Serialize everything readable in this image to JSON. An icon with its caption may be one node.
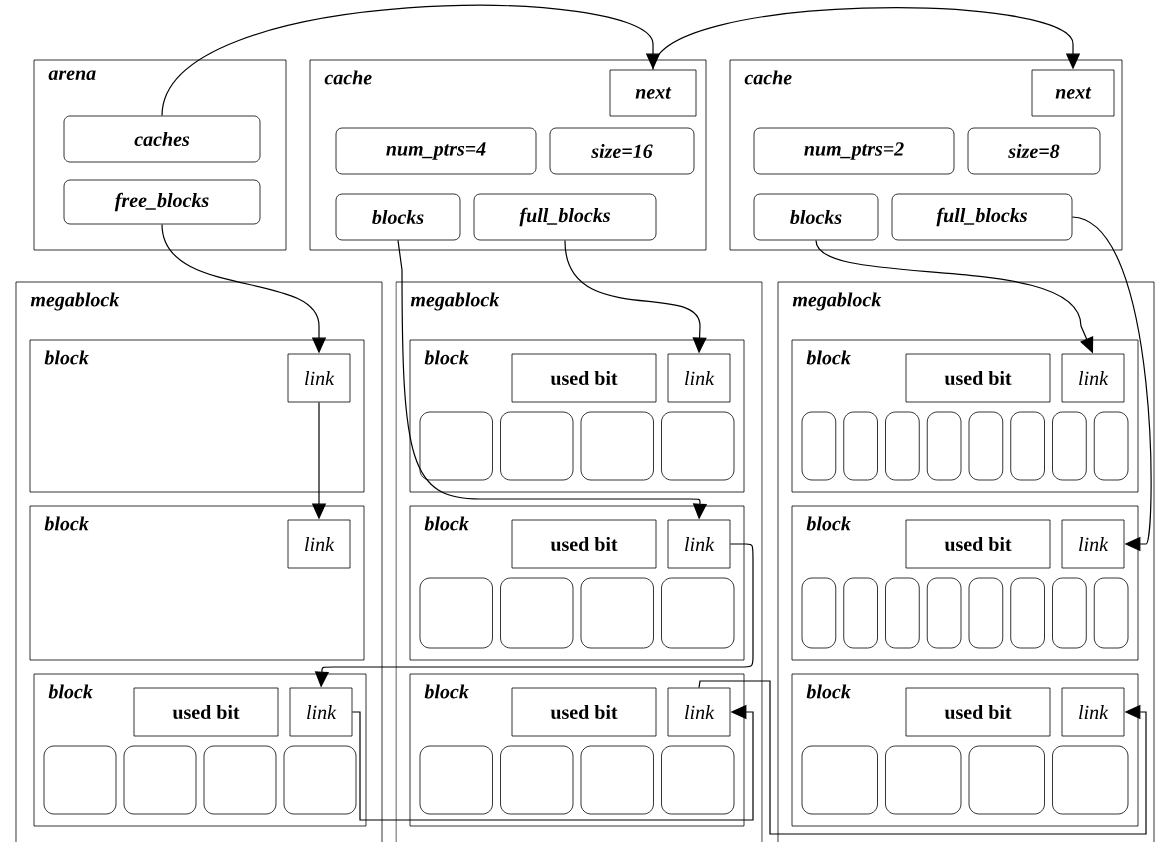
{
  "diagram": {
    "nodes": [
      {
        "text": [
          "arena"
        ]
      },
      {
        "text": [
          "caches"
        ],
        "in": 0
      },
      {
        "text": [
          "free_blocks"
        ],
        "in": 0
      },
      {
        "text": [
          "cache"
        ]
      },
      {
        "text": [
          "next"
        ],
        "in": 3
      },
      {
        "text": [
          "num_ptrs=4"
        ],
        "in": 3
      },
      {
        "text": [
          "size=16"
        ],
        "in": 3
      },
      {
        "text": [
          "blocks"
        ],
        "in": 3
      },
      {
        "text": [
          "full_blocks"
        ],
        "in": 3
      },
      {
        "text": [
          "cache"
        ]
      },
      {
        "text": [
          "next"
        ],
        "in": 9
      },
      {
        "text": [
          "num_ptrs=2"
        ],
        "in": 9
      },
      {
        "text": [
          "size=8"
        ],
        "in": 9
      },
      {
        "text": [
          "blocks"
        ],
        "in": 9
      },
      {
        "text": [
          "full_blocks"
        ],
        "in": 9
      },
      {
        "text": [
          "megablock"
        ]
      },
      {
        "text": [
          "block"
        ],
        "in": 15
      },
      {
        "text": [
          "link"
        ],
        "in": 16
      },
      {
        "text": [
          "block"
        ],
        "in": 15
      },
      {
        "text": [
          "link"
        ],
        "in": 18
      },
      {
        "text": [
          "block"
        ],
        "in": 15
      },
      {
        "text": [
          "used bit"
        ],
        "in": 20
      },
      {
        "text": [
          "link"
        ],
        "in": 20
      },
      {
        "text": [],
        "shape": "box",
        "in": 20
      },
      {
        "text": [],
        "shape": "box",
        "in": 20
      },
      {
        "text": [],
        "shape": "box",
        "in": 20
      },
      {
        "text": [],
        "shape": "box",
        "in": 20
      },
      {
        "text": [
          "megablock"
        ]
      },
      {
        "text": [
          "block"
        ],
        "in": 27
      },
      {
        "text": [
          "used bit"
        ],
        "in": 28
      },
      {
        "text": [
          "link"
        ],
        "in": 28
      },
      {
        "text": [],
        "shape": "box",
        "in": 28
      },
      {
        "text": [],
        "shape": "box",
        "in": 28
      },
      {
        "text": [],
        "shape": "box",
        "in": 28
      },
      {
        "text": [],
        "shape": "box",
        "in": 28
      },
      {
        "text": [
          "block"
        ],
        "in": 27
      },
      {
        "text": [
          "used bit"
        ],
        "in": 35
      },
      {
        "text": [
          "link"
        ],
        "in": 35
      },
      {
        "text": [],
        "shape": "box",
        "in": 35
      },
      {
        "text": [],
        "shape": "box",
        "in": 35
      },
      {
        "text": [],
        "shape": "box",
        "in": 35
      },
      {
        "text": [],
        "shape": "box",
        "in": 35
      },
      {
        "text": [
          "block"
        ],
        "in": 27
      },
      {
        "text": [
          "used bit"
        ],
        "in": 42
      },
      {
        "text": [
          "link"
        ],
        "in": 42
      },
      {
        "text": [],
        "shape": "box",
        "in": 42
      },
      {
        "text": [],
        "shape": "box",
        "in": 42
      },
      {
        "text": [],
        "shape": "box",
        "in": 42
      },
      {
        "text": [],
        "shape": "box",
        "in": 42
      },
      {
        "text": [
          "megablock"
        ]
      },
      {
        "text": [
          "block"
        ],
        "in": 49
      },
      {
        "text": [
          "used bit"
        ],
        "in": 50
      },
      {
        "text": [
          "link"
        ],
        "in": 50
      },
      {
        "text": [],
        "shape": "box",
        "in": 50
      },
      {
        "text": [],
        "shape": "box",
        "in": 50
      },
      {
        "text": [],
        "shape": "box",
        "in": 50
      },
      {
        "text": [],
        "shape": "box",
        "in": 50
      },
      {
        "text": [],
        "shape": "box",
        "in": 50
      },
      {
        "text": [],
        "shape": "box",
        "in": 50
      },
      {
        "text": [],
        "shape": "box",
        "in": 50
      },
      {
        "text": [],
        "shape": "box",
        "in": 50
      },
      {
        "text": [
          "block"
        ],
        "in": 49
      },
      {
        "text": [
          "used bit"
        ],
        "in": 61
      },
      {
        "text": [
          "link"
        ],
        "in": 61
      },
      {
        "text": [],
        "shape": "box",
        "in": 61
      },
      {
        "text": [],
        "shape": "box",
        "in": 61
      },
      {
        "text": [],
        "shape": "box",
        "in": 61
      },
      {
        "text": [],
        "shape": "box",
        "in": 61
      },
      {
        "text": [],
        "shape": "box",
        "in": 61
      },
      {
        "text": [],
        "shape": "box",
        "in": 61
      },
      {
        "text": [],
        "shape": "box",
        "in": 61
      },
      {
        "text": [],
        "shape": "box",
        "in": 61
      },
      {
        "text": [
          "block"
        ],
        "in": 49
      },
      {
        "text": [
          "used bit"
        ],
        "in": 72
      },
      {
        "text": [
          "link"
        ],
        "in": 72
      },
      {
        "text": [],
        "shape": "box",
        "in": 72
      },
      {
        "text": [],
        "shape": "box",
        "in": 72
      },
      {
        "text": [],
        "shape": "box",
        "in": 72
      },
      {
        "text": [],
        "shape": "box",
        "in": 72
      }
    ],
    "edges": [
      {
        "from": 1,
        "to": 4,
        "arrow": "to"
      },
      {
        "from": 4,
        "to": 10,
        "arrow": "to"
      },
      {
        "from": 2,
        "to": 17,
        "arrow": "to"
      },
      {
        "from": 17,
        "to": 19,
        "arrow": "to"
      },
      {
        "from": 7,
        "to": 37,
        "arrow": "to"
      },
      {
        "from": 8,
        "to": 30,
        "arrow": "to"
      },
      {
        "from": 37,
        "to": 22,
        "arrow": "to"
      },
      {
        "from": 22,
        "to": 44,
        "arrow": "to"
      },
      {
        "from": 44,
        "to": 74,
        "arrow": "to"
      },
      {
        "from": 13,
        "to": 52,
        "arrow": "to"
      },
      {
        "from": 14,
        "to": 63,
        "arrow": "to"
      }
    ]
  }
}
